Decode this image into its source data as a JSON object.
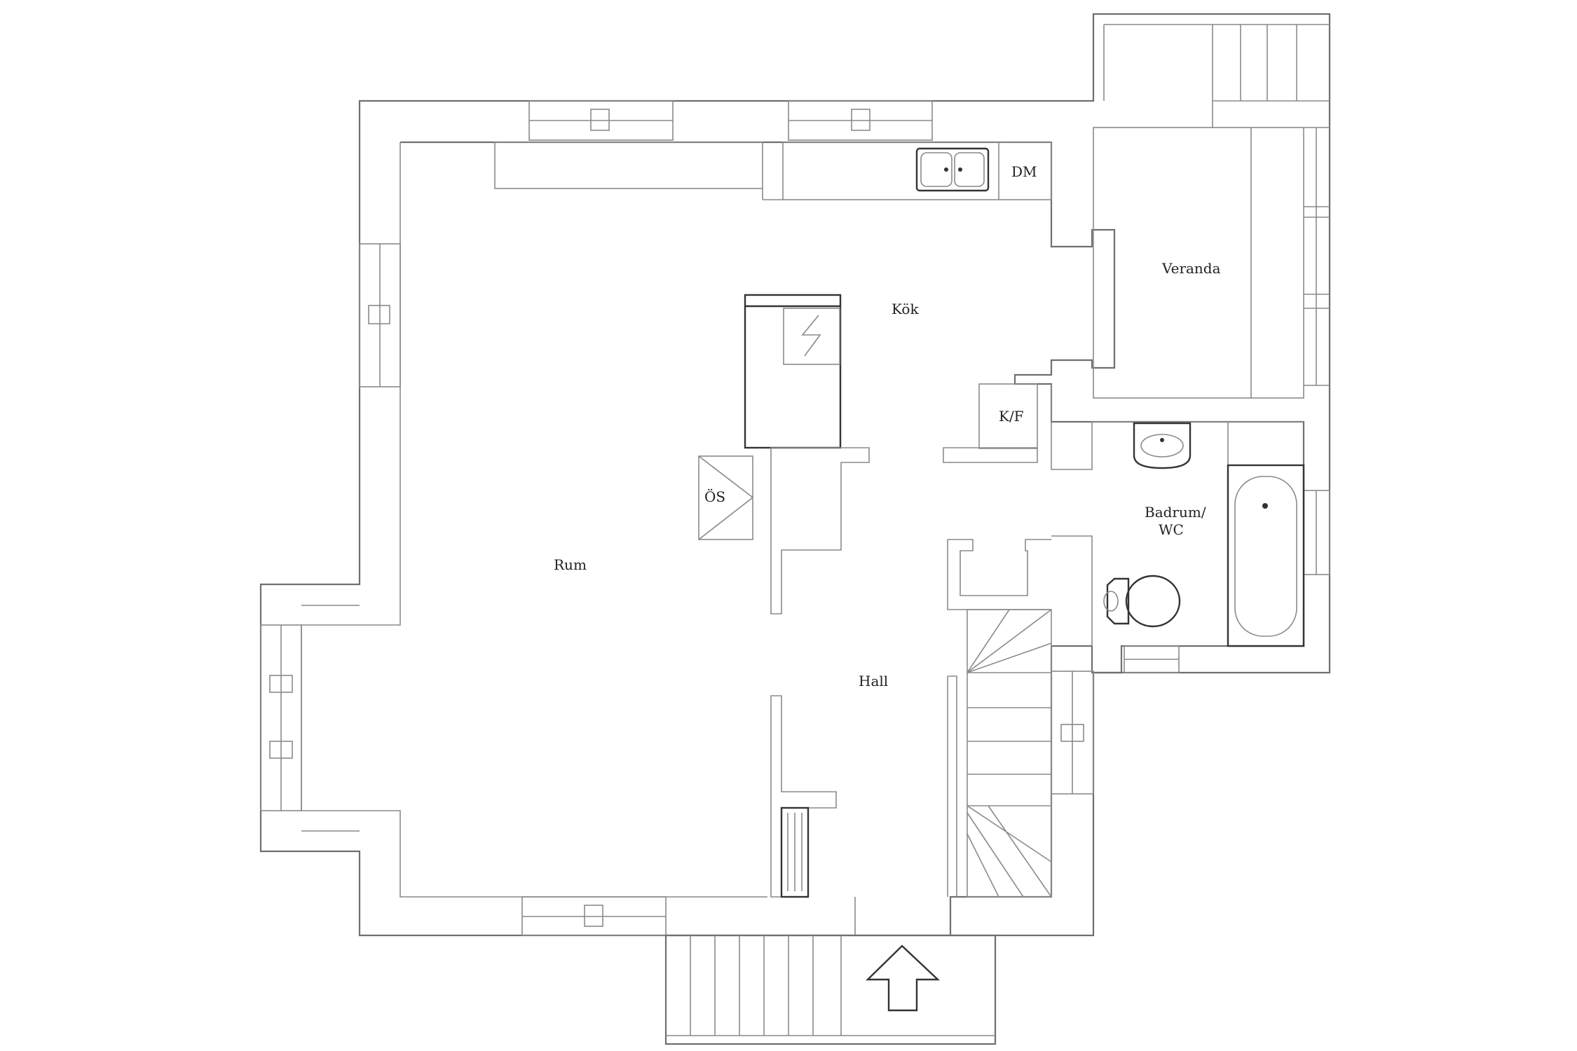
{
  "rooms": {
    "rum": "Rum",
    "kok": "Kök",
    "hall": "Hall",
    "veranda": "Veranda",
    "badrum_line1": "Badrum/",
    "badrum_line2": "WC",
    "dm": "DM",
    "kf": "K/F",
    "os": "ÖS"
  },
  "colors": {
    "wall": "#6f6f6f",
    "fixture": "#333333",
    "label": "#222222"
  }
}
